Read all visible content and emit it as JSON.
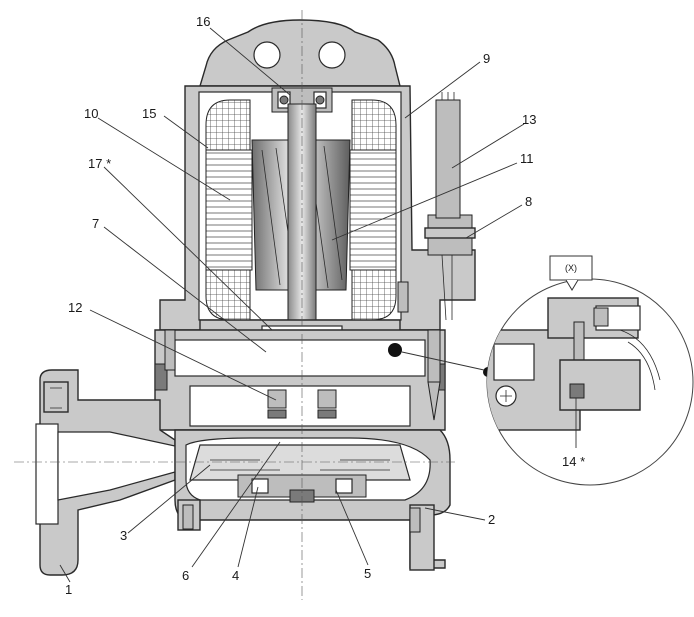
{
  "part_labels": [
    "1",
    "2",
    "3",
    "4",
    "5",
    "6",
    "7",
    "8",
    "9",
    "10",
    "11",
    "12",
    "13",
    "14 *",
    "15",
    "16",
    "17 *"
  ],
  "detail_label": "(X)"
}
